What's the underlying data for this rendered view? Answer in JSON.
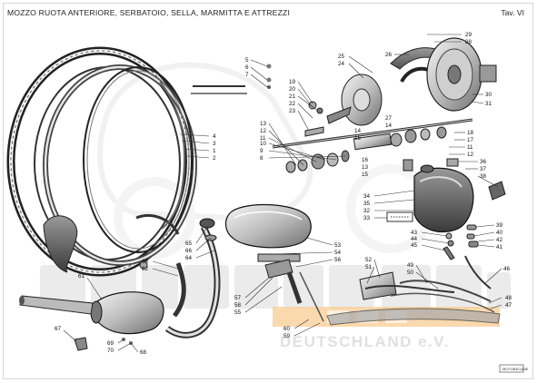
{
  "header": {
    "title": "MOZZO RUOTA ANTERIORE, SERBATOIO, SELLA, MARMITTA E ATTREZZI",
    "plate": "Tav. VI"
  },
  "watermark": {
    "lower_line": "DEUTSCHLAND e.V.",
    "accent_color": "#f3a23a",
    "stamp_color": "#b8b8b8"
  },
  "callouts": {
    "rim_group": [
      "4",
      "3",
      "1",
      "2"
    ],
    "hub_top": [
      "29",
      "28",
      "26",
      "25",
      "24",
      "30",
      "31"
    ],
    "hub_left": [
      "19",
      "20",
      "21",
      "22",
      "23"
    ],
    "hub_mid": [
      "13",
      "12",
      "11",
      "10",
      "9",
      "8",
      "14",
      "15",
      "16",
      "13",
      "15",
      "14",
      "27"
    ],
    "hub_right": [
      "18",
      "17",
      "11",
      "12"
    ],
    "tank": [
      "36",
      "37",
      "38",
      "34",
      "35",
      "32",
      "33"
    ],
    "tank_right": [
      "39",
      "40",
      "42",
      "41",
      "43",
      "44",
      "45",
      "46"
    ],
    "seat": [
      "53",
      "54",
      "56",
      "52",
      "51",
      "49",
      "50"
    ],
    "small_top": [
      "5",
      "6",
      "7"
    ],
    "exhaust": [
      "61",
      "63",
      "62",
      "65",
      "66",
      "64",
      "57",
      "58",
      "55",
      "60",
      "59"
    ],
    "tools": [
      "48",
      "47"
    ],
    "bottom_left": [
      "67",
      "69",
      "70",
      "68"
    ]
  },
  "stamp_label": "MOTOBECANE"
}
